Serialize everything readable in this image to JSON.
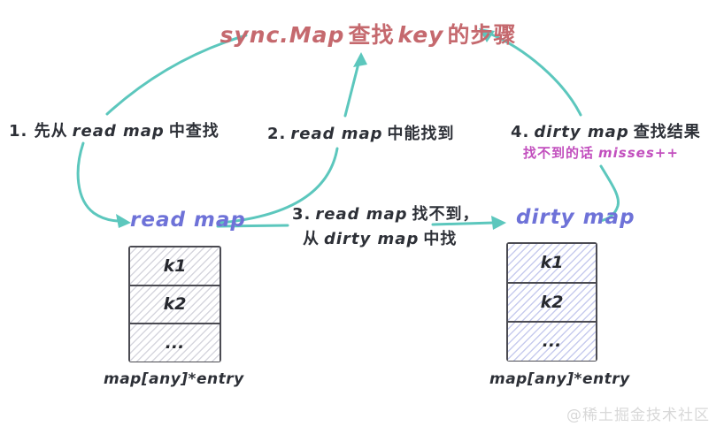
{
  "title": {
    "en1": "sync.Map",
    "zh1": "查找",
    "en2": "key",
    "zh2": "的步骤"
  },
  "steps": {
    "step1": {
      "prefix": "1. 先从",
      "en": "read map",
      "suffix": "中查找"
    },
    "step2": {
      "prefix": "2.",
      "en": "read map",
      "suffix": "中能找到"
    },
    "step3": {
      "line1": {
        "prefix": "3.",
        "en": "read map",
        "suffix": "找不到，"
      },
      "line2": {
        "prefix": "从",
        "en": "dirty map",
        "suffix": "中找"
      }
    },
    "step4": {
      "prefix": "4.",
      "en": "dirty map",
      "suffix": "查找结果",
      "note_prefix": "找不到的话",
      "note_en": "misses++"
    }
  },
  "maps": {
    "read": {
      "label": "read map",
      "rows": [
        "k1",
        "k2",
        "..."
      ],
      "caption": "map[any]*entry"
    },
    "dirty": {
      "label": "dirty map",
      "rows": [
        "k1",
        "k2",
        "..."
      ],
      "caption": "map[any]*entry"
    }
  },
  "watermark": "@稀土掘金技术社区",
  "colors": {
    "arrow": "#5cc7bd",
    "title": "#c5696e",
    "map-label": "#6e72d8",
    "note": "#c24fbe",
    "text": "#2d3037",
    "table-border": "#4b4b52",
    "hatch-read": "#d6d6de",
    "hatch-dirty": "#c7cbee",
    "watermark": "#d8d8d8",
    "bg": "#ffffff"
  }
}
